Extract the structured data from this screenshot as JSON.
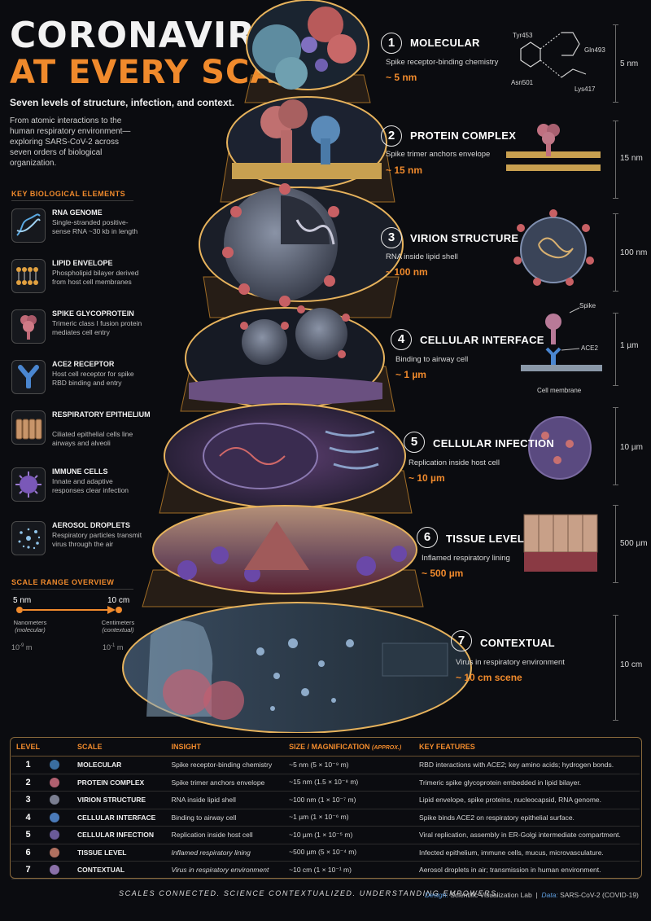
{
  "header": {
    "title_line1": "CORONAVIRUS:",
    "title_line2": "AT EVERY SCALE",
    "subtitle": "Seven levels of structure, infection, and context.",
    "intro": "From atomic interactions to the human respiratory environment—exploring SARS-CoV-2 across seven orders of biological organization."
  },
  "sidebar": {
    "section_title": "KEY BIOLOGICAL ELEMENTS",
    "items": [
      {
        "name": "RNA GENOME",
        "desc": "Single-stranded positive-sense RNA ~30 kb in length",
        "icon": "rna-helix-icon"
      },
      {
        "name": "LIPID ENVELOPE",
        "desc": "Phospholipid bilayer derived from host cell membranes",
        "icon": "lipid-bilayer-icon"
      },
      {
        "name": "SPIKE GLYCOPROTEIN",
        "desc": "Trimeric class I fusion protein mediates cell entry",
        "icon": "spike-protein-icon"
      },
      {
        "name": "ACE2 RECEPTOR",
        "desc": "Host cell receptor for spike RBD binding and entry",
        "icon": "ace2-receptor-icon"
      },
      {
        "name": "RESPIRATORY EPITHELIUM",
        "desc": "Ciliated epithelial cells line airways and alveoli",
        "icon": "epithelium-icon"
      },
      {
        "name": "IMMUNE CELLS",
        "desc": "Innate and adaptive responses clear infection",
        "icon": "immune-cell-icon"
      },
      {
        "name": "AEROSOL DROPLETS",
        "desc": "Respiratory particles transmit virus through the air",
        "icon": "aerosol-icon"
      }
    ],
    "scale_overview": {
      "title": "SCALE RANGE OVERVIEW",
      "min_value": "5 nm",
      "max_value": "10 cm",
      "min_caption": "Nanometers",
      "min_caption_sub": "(molecular)",
      "max_caption": "Centimeters",
      "max_caption_sub": "(contextual)",
      "min_exp_base": "10",
      "min_exp_pow": "-9",
      "max_exp_base": "10",
      "max_exp_pow": "-1",
      "unit": "m"
    }
  },
  "levels": [
    {
      "num": "1",
      "name": "MOLECULAR",
      "desc": "Spike receptor-binding chemistry",
      "size": "~ 5 nm",
      "scale": "5 nm"
    },
    {
      "num": "2",
      "name": "PROTEIN COMPLEX",
      "desc": "Spike trimer anchors envelope",
      "size": "~ 15 nm",
      "scale": "15 nm"
    },
    {
      "num": "3",
      "name": "VIRION STRUCTURE",
      "desc": "RNA inside lipid shell",
      "size": "~ 100 nm",
      "scale": "100 nm"
    },
    {
      "num": "4",
      "name": "CELLULAR INTERFACE",
      "desc": "Binding to airway cell",
      "size": "~ 1 µm",
      "scale": "1 µm"
    },
    {
      "num": "5",
      "name": "CELLULAR INFECTION",
      "desc": "Replication inside host cell",
      "size": "~ 10 µm",
      "scale": "10 µm"
    },
    {
      "num": "6",
      "name": "TISSUE LEVEL",
      "desc": "Inflamed respiratory lining",
      "size": "~ 500 µm",
      "scale": "500 µm"
    },
    {
      "num": "7",
      "name": "CONTEXTUAL",
      "desc": "Virus in respiratory environment",
      "size": "~ 10 cm scene",
      "scale": "10 cm"
    }
  ],
  "molecule_labels": {
    "a": "Tyr453",
    "b": "Gln493",
    "c": "Asn501",
    "d": "Lys417"
  },
  "interface_labels": {
    "spike": "Spike",
    "ace2": "ACE2",
    "membrane": "Cell membrane"
  },
  "table": {
    "headers": [
      "LEVEL",
      "SCALE",
      "INSIGHT",
      "SIZE / MAGNIFICATION",
      "(APPROX.)",
      "KEY FEATURES"
    ],
    "rows": [
      {
        "level": "1",
        "scale": "MOLECULAR",
        "insight": "Spike receptor-binding chemistry",
        "size": "~5 nm",
        "mag": "(5 × 10⁻⁹ m)",
        "features": "RBD interactions with ACE2; key amino acids; hydrogen bonds."
      },
      {
        "level": "2",
        "scale": "PROTEIN COMPLEX",
        "insight": "Spike trimer anchors envelope",
        "size": "~15 nm",
        "mag": "(1.5 × 10⁻⁸ m)",
        "features": "Trimeric spike glycoprotein embedded in lipid bilayer."
      },
      {
        "level": "3",
        "scale": "VIRION STRUCTURE",
        "insight": "RNA inside lipid shell",
        "size": "~100 nm",
        "mag": "(1 × 10⁻⁷ m)",
        "features": "Lipid envelope, spike proteins, nucleocapsid, RNA genome."
      },
      {
        "level": "4",
        "scale": "CELLULAR INTERFACE",
        "insight": "Binding to airway cell",
        "size": "~1 µm",
        "mag": "(1 × 10⁻⁶ m)",
        "features": "Spike binds ACE2 on respiratory epithelial surface."
      },
      {
        "level": "5",
        "scale": "CELLULAR INFECTION",
        "insight": "Replication inside host cell",
        "size": "~10 µm",
        "mag": "(1 × 10⁻⁵ m)",
        "features": "Viral replication, assembly in ER-Golgi intermediate compartment."
      },
      {
        "level": "6",
        "scale": "TISSUE LEVEL",
        "insight": "Inflamed respiratory lining",
        "size": "~500 µm",
        "mag": "(5 × 10⁻⁴ m)",
        "features": "Infected epithelium, immune cells, mucus, microvasculature."
      },
      {
        "level": "7",
        "scale": "CONTEXTUAL",
        "insight": "Virus in respiratory environment",
        "size": "~10 cm",
        "mag": "(1 × 10⁻¹ m)",
        "features": "Aerosol droplets in air; transmission in human environment."
      }
    ]
  },
  "footer": {
    "tagline": "SCALES CONNECTED. SCIENCE CONTEXTUALIZED. UNDERSTANDING EMPOWERS.",
    "design_label": "Design:",
    "design_value": "Scientific Visualization Lab",
    "data_label": "Data:",
    "data_value": "SARS-CoV-2 (COVID-19)"
  },
  "colors": {
    "accent": "#f08a2c",
    "background": "#0b0c10",
    "spike": "#c0555a",
    "envelope": "#5b6e88"
  }
}
